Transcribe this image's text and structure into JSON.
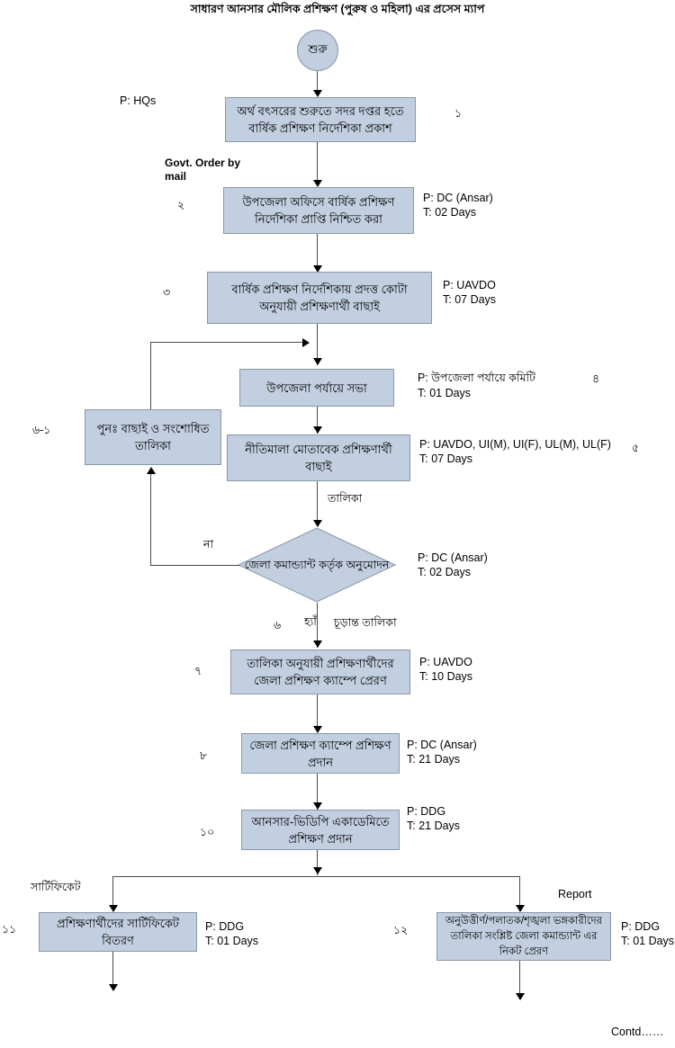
{
  "title": "সাধারণ আনসার মৌলিক প্রশিক্ষণ (পুরুষ ও মহিলা) এর প্রসেস ম্যাপ",
  "colors": {
    "node_fill": "#c2cfe0",
    "node_border": "#8a97a8",
    "connector": "#4a4a4a",
    "text": "#000000",
    "background": "#ffffff"
  },
  "start": {
    "label": "শুরু"
  },
  "steps": [
    {
      "number": "১",
      "number_side": "right",
      "text": "অর্থ বৎসরের শুরুতে সদর দপ্তর হতে বার্ষিক প্রশিক্ষণ নির্দেশিকা প্রকাশ",
      "performer": "P: HQs",
      "time": ""
    },
    {
      "number": "২",
      "number_side": "left",
      "text": "উপজেলা অফিসে বার্ষিক প্রশিক্ষণ নির্দেশিকা প্রাপ্তি নিশ্চিত করা",
      "performer": "P: DC (Ansar)",
      "time": "T: 02 Days"
    },
    {
      "number": "৩",
      "number_side": "left",
      "text": "বার্ষিক প্রশিক্ষণ নির্দেশিকায় প্রদত্ত কোটা অনুযায়ী প্রশিক্ষণার্থী বাছাই",
      "performer": "P: UAVDO",
      "time": "T: 07 Days"
    },
    {
      "number": "৪",
      "number_side": "right",
      "text": "উপজেলা পর্যায়ে সভা",
      "performer": "P: উপজেলা পর্যায়ে কমিটি",
      "time": "T: 01 Days"
    },
    {
      "number": "৫",
      "number_side": "right",
      "text": "নীতিমালা মোতাবেক প্রশিক্ষণার্থী বাছাই",
      "performer": "P: UAVDO, UI(M), UI(F), UL(M), UL(F)",
      "time": "T: 07 Days"
    },
    {
      "number": "৬",
      "number_side": "left",
      "text": "জেলা কমান্ড্যান্ট কর্তৃক অনুমোদন",
      "performer": "P: DC (Ansar)",
      "time": "T: 02 Days",
      "shape": "decision"
    },
    {
      "number": "৬-১",
      "number_side": "left",
      "text": "পুনঃ  বাছাই ও সংশোধিত তালিকা",
      "performer": "",
      "time": ""
    },
    {
      "number": "৭",
      "number_side": "left",
      "text": "তালিকা অনুযায়ী প্রশিক্ষণার্থীদের জেলা প্রশিক্ষণ ক্যাম্পে প্রেরণ",
      "performer": "P: UAVDO",
      "time": "T: 10 Days"
    },
    {
      "number": "৮",
      "number_side": "left",
      "text": "জেলা প্রশিক্ষণ ক্যাম্পে প্রশিক্ষণ প্রদান",
      "performer": "P: DC (Ansar)",
      "time": "T: 21 Days"
    },
    {
      "number": "১০",
      "number_side": "left",
      "text": "আনসার-ভিডিপি একাডেমিতে প্রশিক্ষণ প্রদান",
      "performer": "P: DDG",
      "time": "T: 21 Days"
    },
    {
      "number": "১১",
      "number_side": "left",
      "text": "প্রশিক্ষণার্থীদের  সার্টিফিকেট বিতরণ",
      "performer": "P: DDG",
      "time": "T: 01 Days"
    },
    {
      "number": "১২",
      "number_side": "left",
      "text": "অনুউত্তীর্ণ/পলাতক/শৃঙ্খলা ভঙ্গকারীদের তালিকা সংশ্লিষ্ট  জেলা কমান্ড্যান্ট এর নিকট প্রেরণ",
      "performer": "P: DDG",
      "time": "T: 01 Days"
    }
  ],
  "edge_labels": {
    "govt_order": "Govt.  Order  by\nmail",
    "talika": "তালিকা",
    "na": "না",
    "hya": "হ্যাঁ",
    "churanta_talika": "চূড়ান্ত তালিকা",
    "certificate": "সার্টিফিকেট",
    "report": "Report"
  },
  "footer": {
    "contd": "Contd……"
  }
}
